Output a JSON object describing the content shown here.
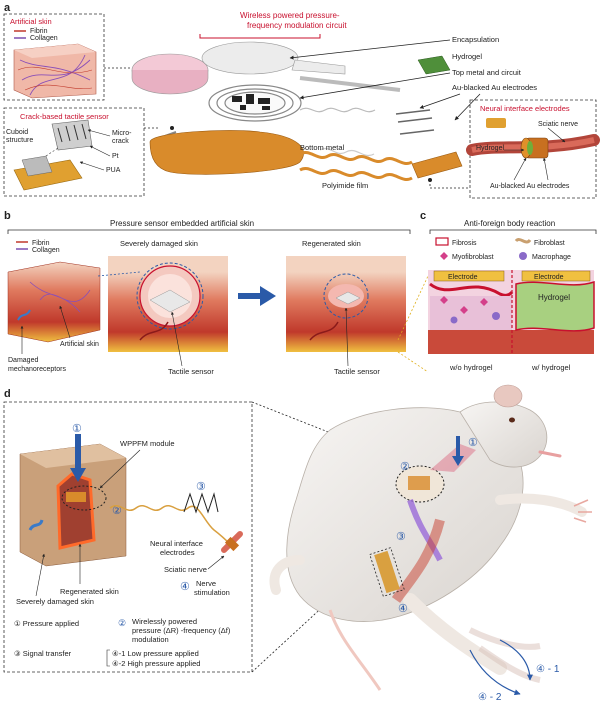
{
  "panels": {
    "a": "a",
    "b": "b",
    "c": "c",
    "d": "d"
  },
  "panel_a": {
    "artificial_skin_title": "Artificial skin",
    "fibrin": "Fibrin",
    "collagen": "Collagen",
    "circuit_title_1": "Wireless powered pressure-",
    "circuit_title_2": "frequency modulation circuit",
    "encapsulation": "Encapsulation",
    "hydrogel": "Hydrogel",
    "top_metal": "Top metal and circuit",
    "au_blacked": "Au-blacked Au electrodes",
    "crack_title": "Crack-based tactile sensor",
    "cuboid_1": "Cuboid",
    "cuboid_2": "structure",
    "microcrack_1": "Micro-",
    "microcrack_2": "crack",
    "pt": "Pt",
    "pua": "PUA",
    "bottom_metal": "Bottom metal",
    "polyimide": "Polyimide film",
    "neural_title": "Neural interface electrodes",
    "sciatic": "Sciatic nerve",
    "hydrogel_small": "Hydrogel",
    "au_small": "Au-blacked Au electrodes"
  },
  "panel_b": {
    "title": "Pressure sensor embedded artificial skin",
    "fibrin": "Fibrin",
    "collagen": "Collagen",
    "severe": "Severely damaged skin",
    "regenerated": "Regenerated skin",
    "damaged_1": "Damaged",
    "damaged_2": "mechanoreceptors",
    "artificial": "Artificial skin",
    "tactile_1": "Tactile sensor",
    "tactile_2": "Tactile sensor"
  },
  "panel_c": {
    "title": "Anti-foreign body reaction",
    "fibrosis": "Fibrosis",
    "fibroblast": "Fibroblast",
    "myofibroblast": "Myofibroblast",
    "macrophage": "Macrophage",
    "electrode_1": "Electrode",
    "electrode_2": "Electrode",
    "hydrogel": "Hydrogel",
    "wo": "w/o hydrogel",
    "w": "w/ hydrogel"
  },
  "panel_d": {
    "wppfm": "WPPFM module",
    "circ1": "①",
    "circ2": "②",
    "circ3": "③",
    "circ4": "④",
    "severe": "Severely damaged skin",
    "regenerated": "Regenerated skin",
    "neural_1": "Neural interface",
    "neural_2": "electrodes",
    "sciatic": "Sciatic nerve",
    "nerve_1": "Nerve",
    "nerve_2": "stimulation",
    "leg1_1": "① Pressure applied",
    "leg2_1": "Wirelessly powered",
    "leg2_2": "pressure (ΔR) -frequency (Δf)",
    "leg2_3": "modulation",
    "leg3": "③ Signal transfer",
    "leg4_1": "④-1  Low pressure applied",
    "leg4_2": "④-2  High pressure applied",
    "rat_c1": "①",
    "rat_c2": "②",
    "rat_c3": "③",
    "rat_c4": "④",
    "step41": "④ - 1",
    "step42": "④ - 2"
  },
  "colors": {
    "accent_red": "#c8102e",
    "accent_blue": "#2a5aa8",
    "polyimide": "#d98b2b",
    "hydrogel": "#4f8f3a",
    "skin": "#c94a3a"
  }
}
